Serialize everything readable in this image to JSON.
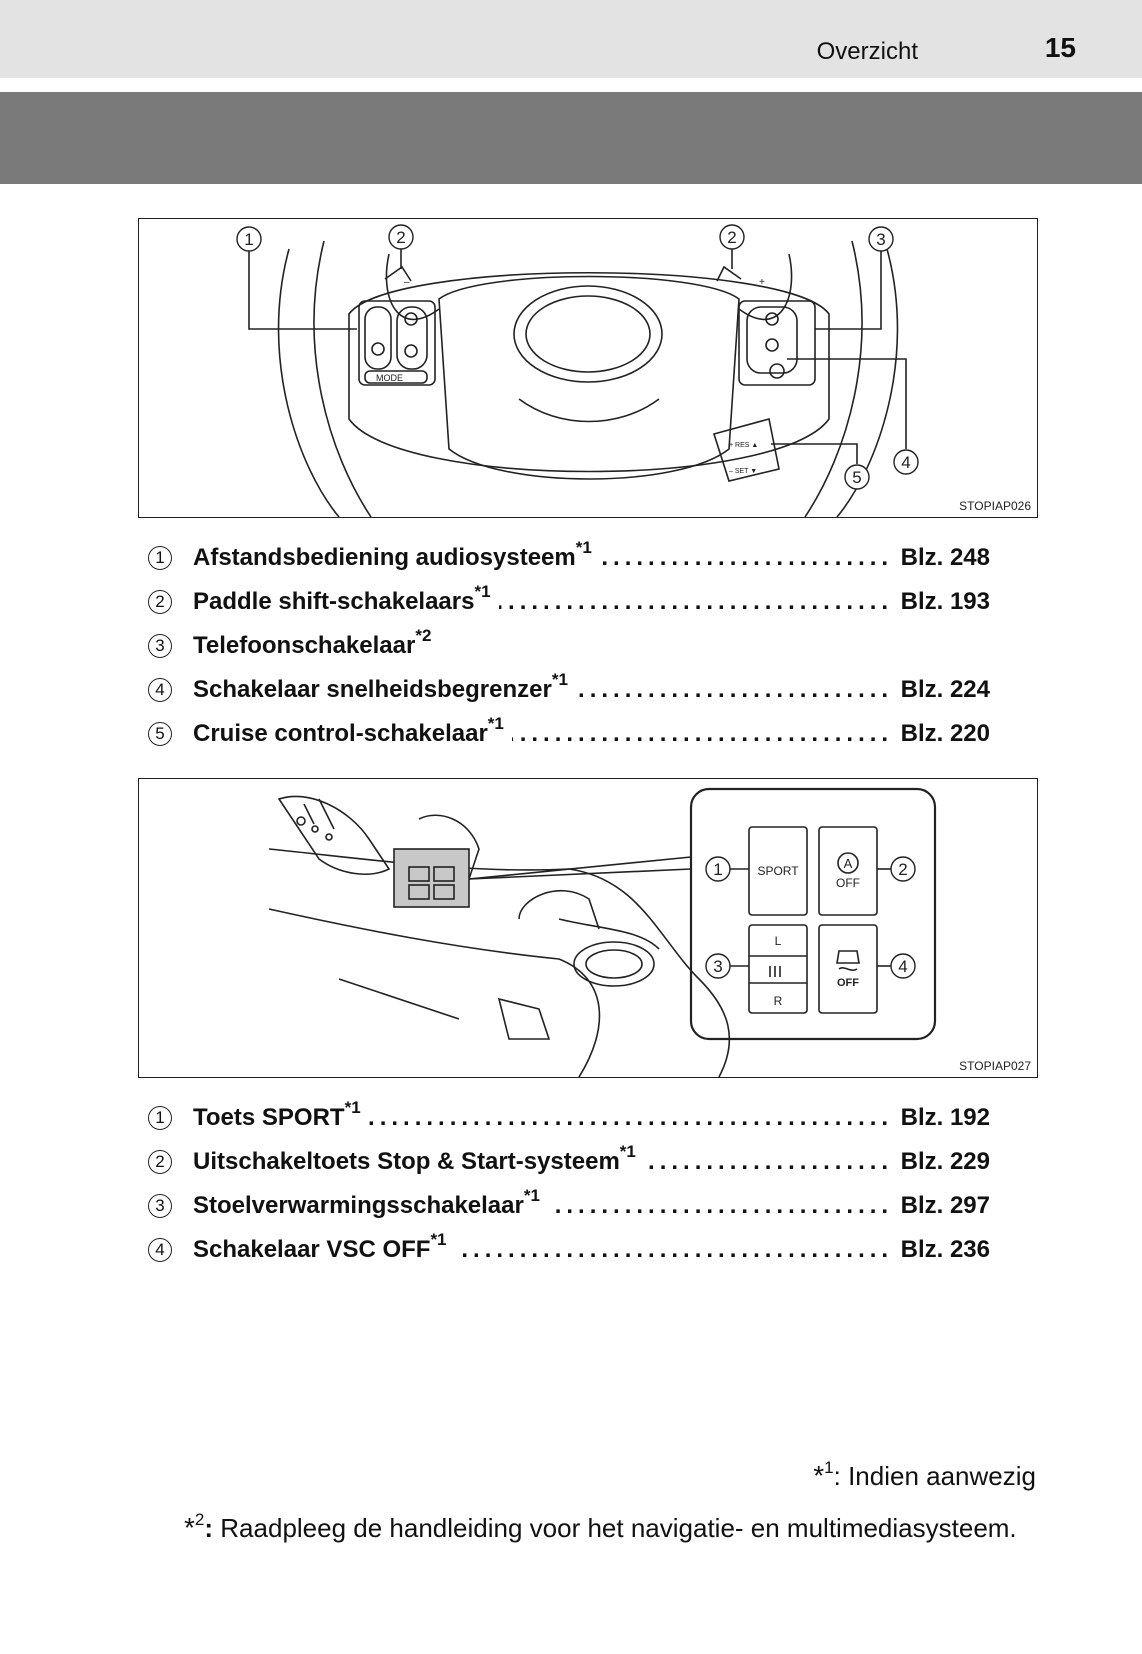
{
  "header": {
    "section": "Overzicht",
    "page_number": "15"
  },
  "figure1": {
    "code": "STOPIAP026",
    "callouts": [
      "1",
      "2",
      "2",
      "3",
      "4",
      "5"
    ],
    "labels": {
      "mode": "MODE",
      "res": "+ RES ▲",
      "set": "– SET ▼"
    }
  },
  "list1": [
    {
      "num": "1",
      "label": "Afstandsbediening audiosysteem",
      "note": "*1",
      "ref": "Blz. 248"
    },
    {
      "num": "2",
      "label": "Paddle shift-schakelaars",
      "note": "*1",
      "ref": "Blz. 193"
    },
    {
      "num": "3",
      "label": "Telefoonschakelaar",
      "note": "*2",
      "ref": ""
    },
    {
      "num": "4",
      "label": "Schakelaar snelheidsbegrenzer",
      "note": "*1",
      "ref": "Blz. 224"
    },
    {
      "num": "5",
      "label": "Cruise control-schakelaar",
      "note": "*1",
      "ref": "Blz. 220"
    }
  ],
  "figure2": {
    "code": "STOPIAP027",
    "callouts": [
      "1",
      "2",
      "3",
      "4"
    ],
    "buttons": {
      "sport": "SPORT",
      "a": "A",
      "off": "OFF",
      "l": "L",
      "r": "R",
      "vsc_off": "OFF"
    }
  },
  "list2": [
    {
      "num": "1",
      "label": "Toets SPORT",
      "note": "*1",
      "ref": "Blz. 192"
    },
    {
      "num": "2",
      "label": "Uitschakeltoets Stop & Start-systeem",
      "note": "*1",
      "ref": "Blz. 229"
    },
    {
      "num": "3",
      "label": "Stoelverwarmingsschakelaar",
      "note": "*1",
      "ref": "Blz. 297"
    },
    {
      "num": "4",
      "label": "Schakelaar VSC OFF",
      "note": "*1",
      "ref": "Blz. 236"
    }
  ],
  "footnotes": [
    {
      "mark": "*",
      "num": "1",
      "text": ": Indien aanwezig"
    },
    {
      "mark": "*",
      "num": "2",
      "text": "Raadpleeg de handleiding voor het navigatie- en multimediasysteem."
    }
  ]
}
